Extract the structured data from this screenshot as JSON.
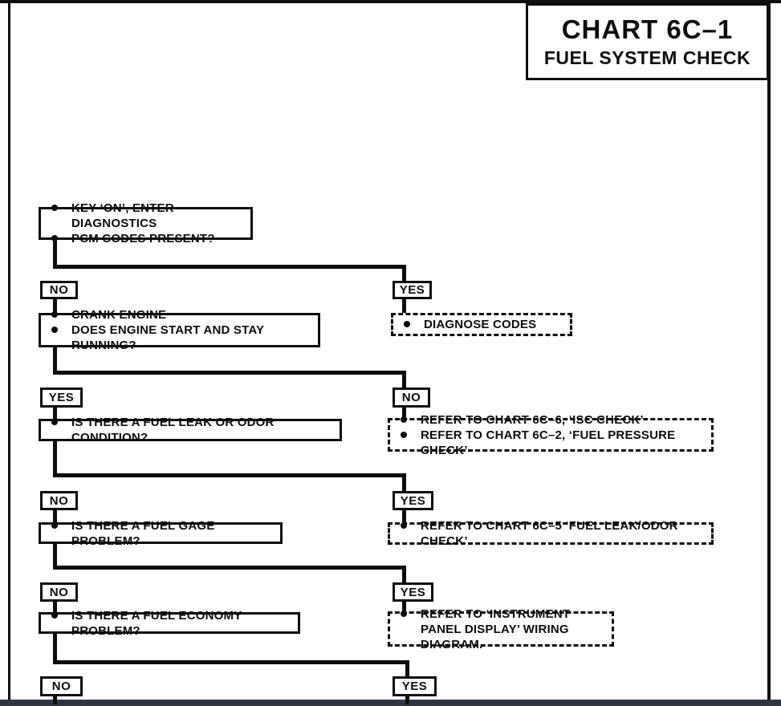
{
  "header": {
    "chart_number": "CHART 6C–1",
    "chart_title": "FUEL SYSTEM CHECK"
  },
  "flow": {
    "start": {
      "items": [
        "KEY ‘ON’, ENTER DIAGNOSTICS",
        "PCM CODES PRESENT?"
      ]
    },
    "branch1": {
      "left": "NO",
      "right": "YES"
    },
    "diagnose": {
      "items": [
        "DIAGNOSE CODES"
      ]
    },
    "crank": {
      "items": [
        "CRANK ENGINE",
        "DOES ENGINE START AND STAY RUNNING?"
      ]
    },
    "branch2": {
      "left": "YES",
      "right": "NO"
    },
    "refer_isc": {
      "items": [
        "REFER TO CHART 6C–6, ‘ISC CHECK’",
        "REFER TO CHART 6C–2, ‘FUEL PRESSURE CHECK’"
      ]
    },
    "leak": {
      "items": [
        "IS THERE A FUEL LEAK OR ODOR CONDITION?"
      ]
    },
    "branch3": {
      "left": "NO",
      "right": "YES"
    },
    "refer_leak": {
      "items": [
        "REFER TO CHART 6C–5 ‘FUEL LEAK/ODOR CHECK’"
      ]
    },
    "gage": {
      "items": [
        "IS THERE A FUEL GAGE PROBLEM?"
      ]
    },
    "branch4": {
      "left": "NO",
      "right": "YES"
    },
    "refer_instrument": {
      "items": [
        "REFER TO ‘INSTRUMENT PANEL DISPLAY’ WIRING DIAGRAM."
      ]
    },
    "economy": {
      "items": [
        "IS THERE A FUEL ECONOMY PROBLEM?"
      ]
    },
    "branch5": {
      "left": "NO",
      "right": "YES"
    }
  },
  "colors": {
    "line": "#0d0d0d",
    "bottom_bar": "#2e3646"
  }
}
